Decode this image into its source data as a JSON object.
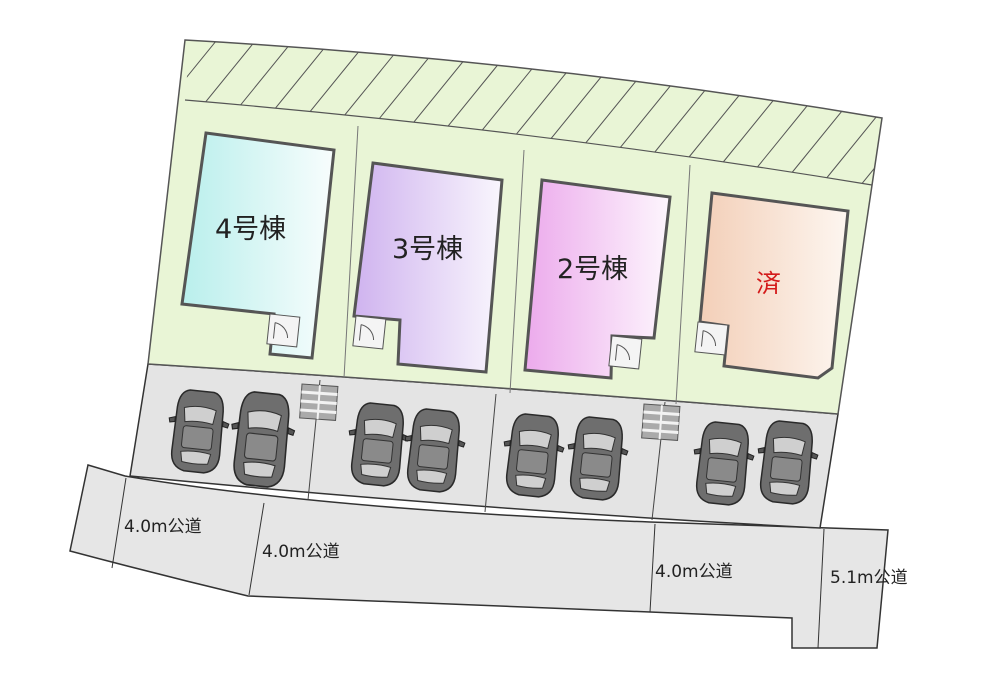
{
  "lots": [
    {
      "label": "4号棟",
      "sold": false,
      "gradient": [
        "#bdf0ee",
        "#f8fdfd"
      ]
    },
    {
      "label": "3号棟",
      "sold": false,
      "gradient": [
        "#d2b8f0",
        "#f9f6fd"
      ]
    },
    {
      "label": "2号棟",
      "sold": false,
      "gradient": [
        "#eeb0ee",
        "#fdf6fd"
      ]
    },
    {
      "label": "済",
      "sold": true,
      "gradient": [
        "#f4d4c0",
        "#fdf6f0"
      ]
    }
  ],
  "roads": [
    {
      "label": "4.0m公道"
    },
    {
      "label": "4.0m公道"
    },
    {
      "label": "4.0m公道"
    },
    {
      "label": "5.1m公道"
    }
  ],
  "colors": {
    "lawn": "#e9f5d6",
    "parking": "#e4e4e4",
    "road": "#e6e6e6",
    "outline": "#555555",
    "sold_text": "#d41a1a"
  }
}
